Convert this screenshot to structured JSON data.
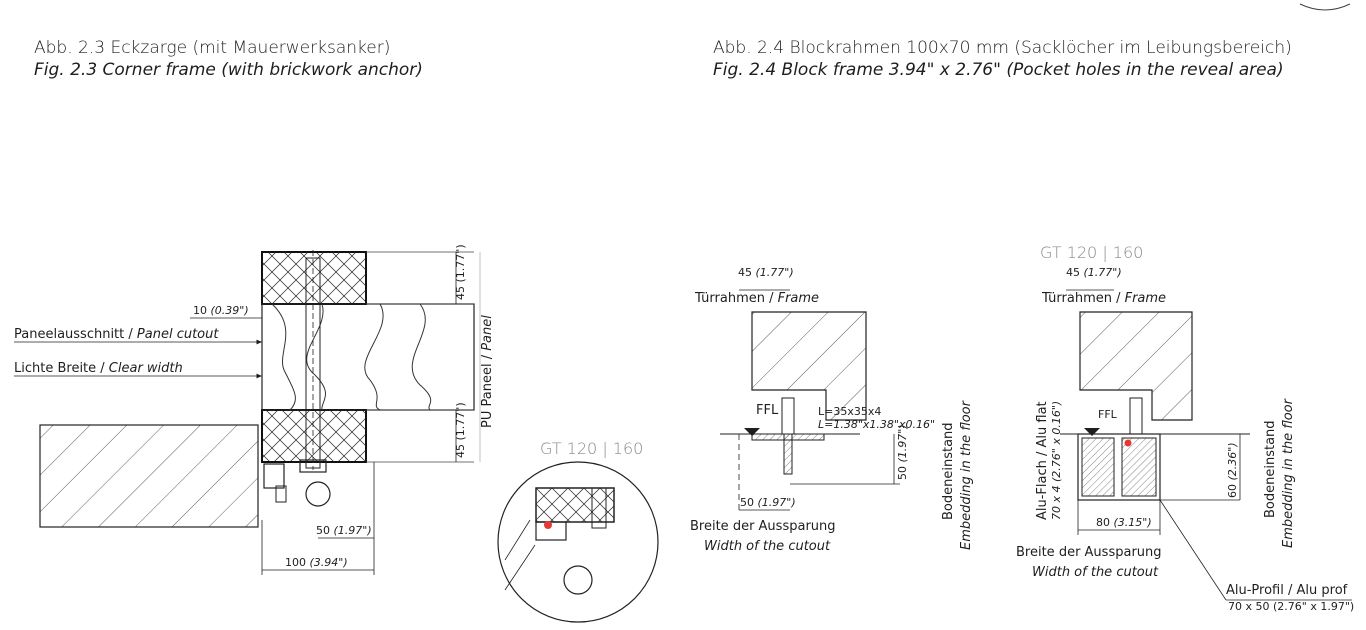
{
  "captions": {
    "fig23": {
      "de": "Abb. 2.3 Eckzarge (mit Mauerwerksanker)",
      "en": "Fig. 2.3 Corner frame (with brickwork anchor)"
    },
    "fig24": {
      "de": "Abb. 2.4 Blockrahmen 100x70 mm (Sacklöcher im Leibungsbereich)",
      "en": "Fig. 2.4 Block frame 3.94\" x 2.76\" (Pocket holes in the reveal area)"
    }
  },
  "fig23": {
    "dim_top": "45 (1.77\")",
    "dim_bottom": "45 (1.77\")",
    "dim_gap_val": "10",
    "dim_gap_in": "(0.39\")",
    "panel_label_de": "PU Paneel / ",
    "panel_label_en": "Panel",
    "cutout_de": "Paneelausschnitt / ",
    "cutout_en": "Panel cutout",
    "clear_de": "Lichte Breite / ",
    "clear_en": "Clear width",
    "dim_50_val": "50",
    "dim_50_in": "(1.97\")",
    "dim_100_val": "100",
    "dim_100_in": "(3.94\")",
    "detail_title": "GT 120 | 160"
  },
  "fig24a": {
    "dim_45_val": "45",
    "dim_45_in": "(1.77\")",
    "frame_de": "Türrahmen / ",
    "frame_en": "Frame",
    "ffl": "FFL",
    "angle_mm": "L=35x35x4",
    "angle_in": "L=1.38\"x1.38\"x0.16\"",
    "dim_50v_val": "50",
    "dim_50v_in": "(1.97\")",
    "dim_50h_val": "50",
    "dim_50h_in": "(1.97\")",
    "width_de": "Breite der Aussparung",
    "width_en": "Width of the cutout",
    "embed_de": "Bodeneinstand",
    "embed_en": "Embedding in the floor"
  },
  "fig24b": {
    "title": "GT 120 | 160",
    "dim_45_val": "45",
    "dim_45_in": "(1.77\")",
    "frame_de": "Türrahmen / ",
    "frame_en": "Frame",
    "ffl": "FFL",
    "flat_de": "Alu-Flach / Alu flat",
    "flat_dim": "70 x 4 (2.76\" x 0.16\")",
    "dim_60_val": "60",
    "dim_60_in": "(2.36\")",
    "dim_80_val": "80",
    "dim_80_in": "(3.15\")",
    "width_de": "Breite der Aussparung",
    "width_en": "Width of the cutout",
    "embed_de": "Bodeneinstand",
    "embed_en": "Embedding in the floor",
    "profile_de": "Alu-Profil / Alu prof",
    "profile_dim": "70 x 50 (2.76\" x 1.97\")"
  }
}
